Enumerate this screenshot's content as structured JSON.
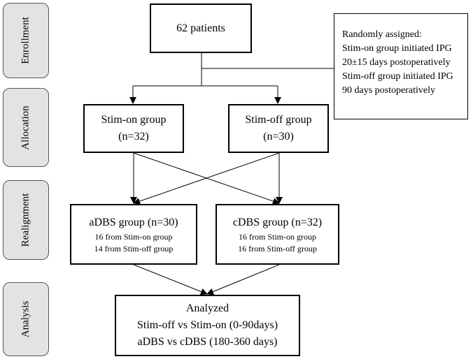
{
  "stages": {
    "enrollment": "Enrollment",
    "allocation": "Allocation",
    "realignment": "Realignment",
    "analysis": "Analysis"
  },
  "enroll_box": {
    "label": "62 patients"
  },
  "note": {
    "lines": [
      "Randomly assigned:",
      "Stim-on group initiated IPG",
      "20±15 days postoperatively",
      "Stim-off group initiated IPG",
      "90 days postoperatively"
    ]
  },
  "stim_on": {
    "title": "Stim-on group",
    "count": "(n=32)"
  },
  "stim_off": {
    "title": "Stim-off group",
    "count": "(n=30)"
  },
  "adbs": {
    "title": "aDBS group (n=30)",
    "from_on": "16 from Stim-on group",
    "from_off": "14 from Stim-off group"
  },
  "cdbs": {
    "title": "cDBS group (n=32)",
    "from_on": "16 from Stim-on group",
    "from_off": "16 from Stim-off group"
  },
  "analyzed": {
    "title": "Analyzed",
    "line1": "Stim-off vs Stim-on (0-90days)",
    "line2": "aDBS vs cDBS (180-360 days)"
  }
}
